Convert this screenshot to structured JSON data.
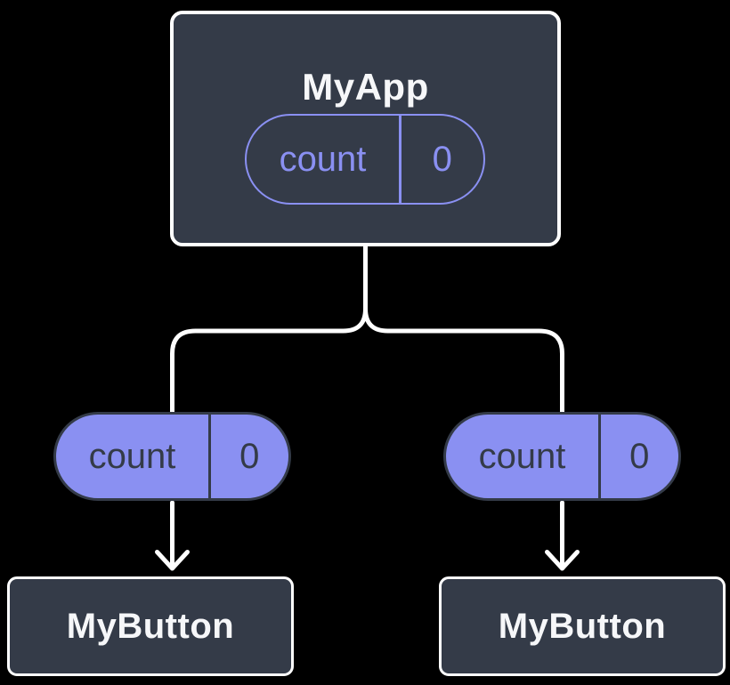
{
  "diagram": {
    "description": "React component tree sharing state",
    "colors": {
      "background": "#000000",
      "node_fill": "#343b48",
      "node_border": "#ffffff",
      "node_text": "#f6f7f9",
      "state_purple": "#8a90f2",
      "state_text_on_purple": "#343b48",
      "connector": "#ffffff"
    },
    "root": {
      "title": "MyApp",
      "state": {
        "name": "count",
        "value": "0"
      }
    },
    "left_state": {
      "name": "count",
      "value": "0"
    },
    "right_state": {
      "name": "count",
      "value": "0"
    },
    "left_child": {
      "title": "MyButton"
    },
    "right_child": {
      "title": "MyButton"
    }
  }
}
